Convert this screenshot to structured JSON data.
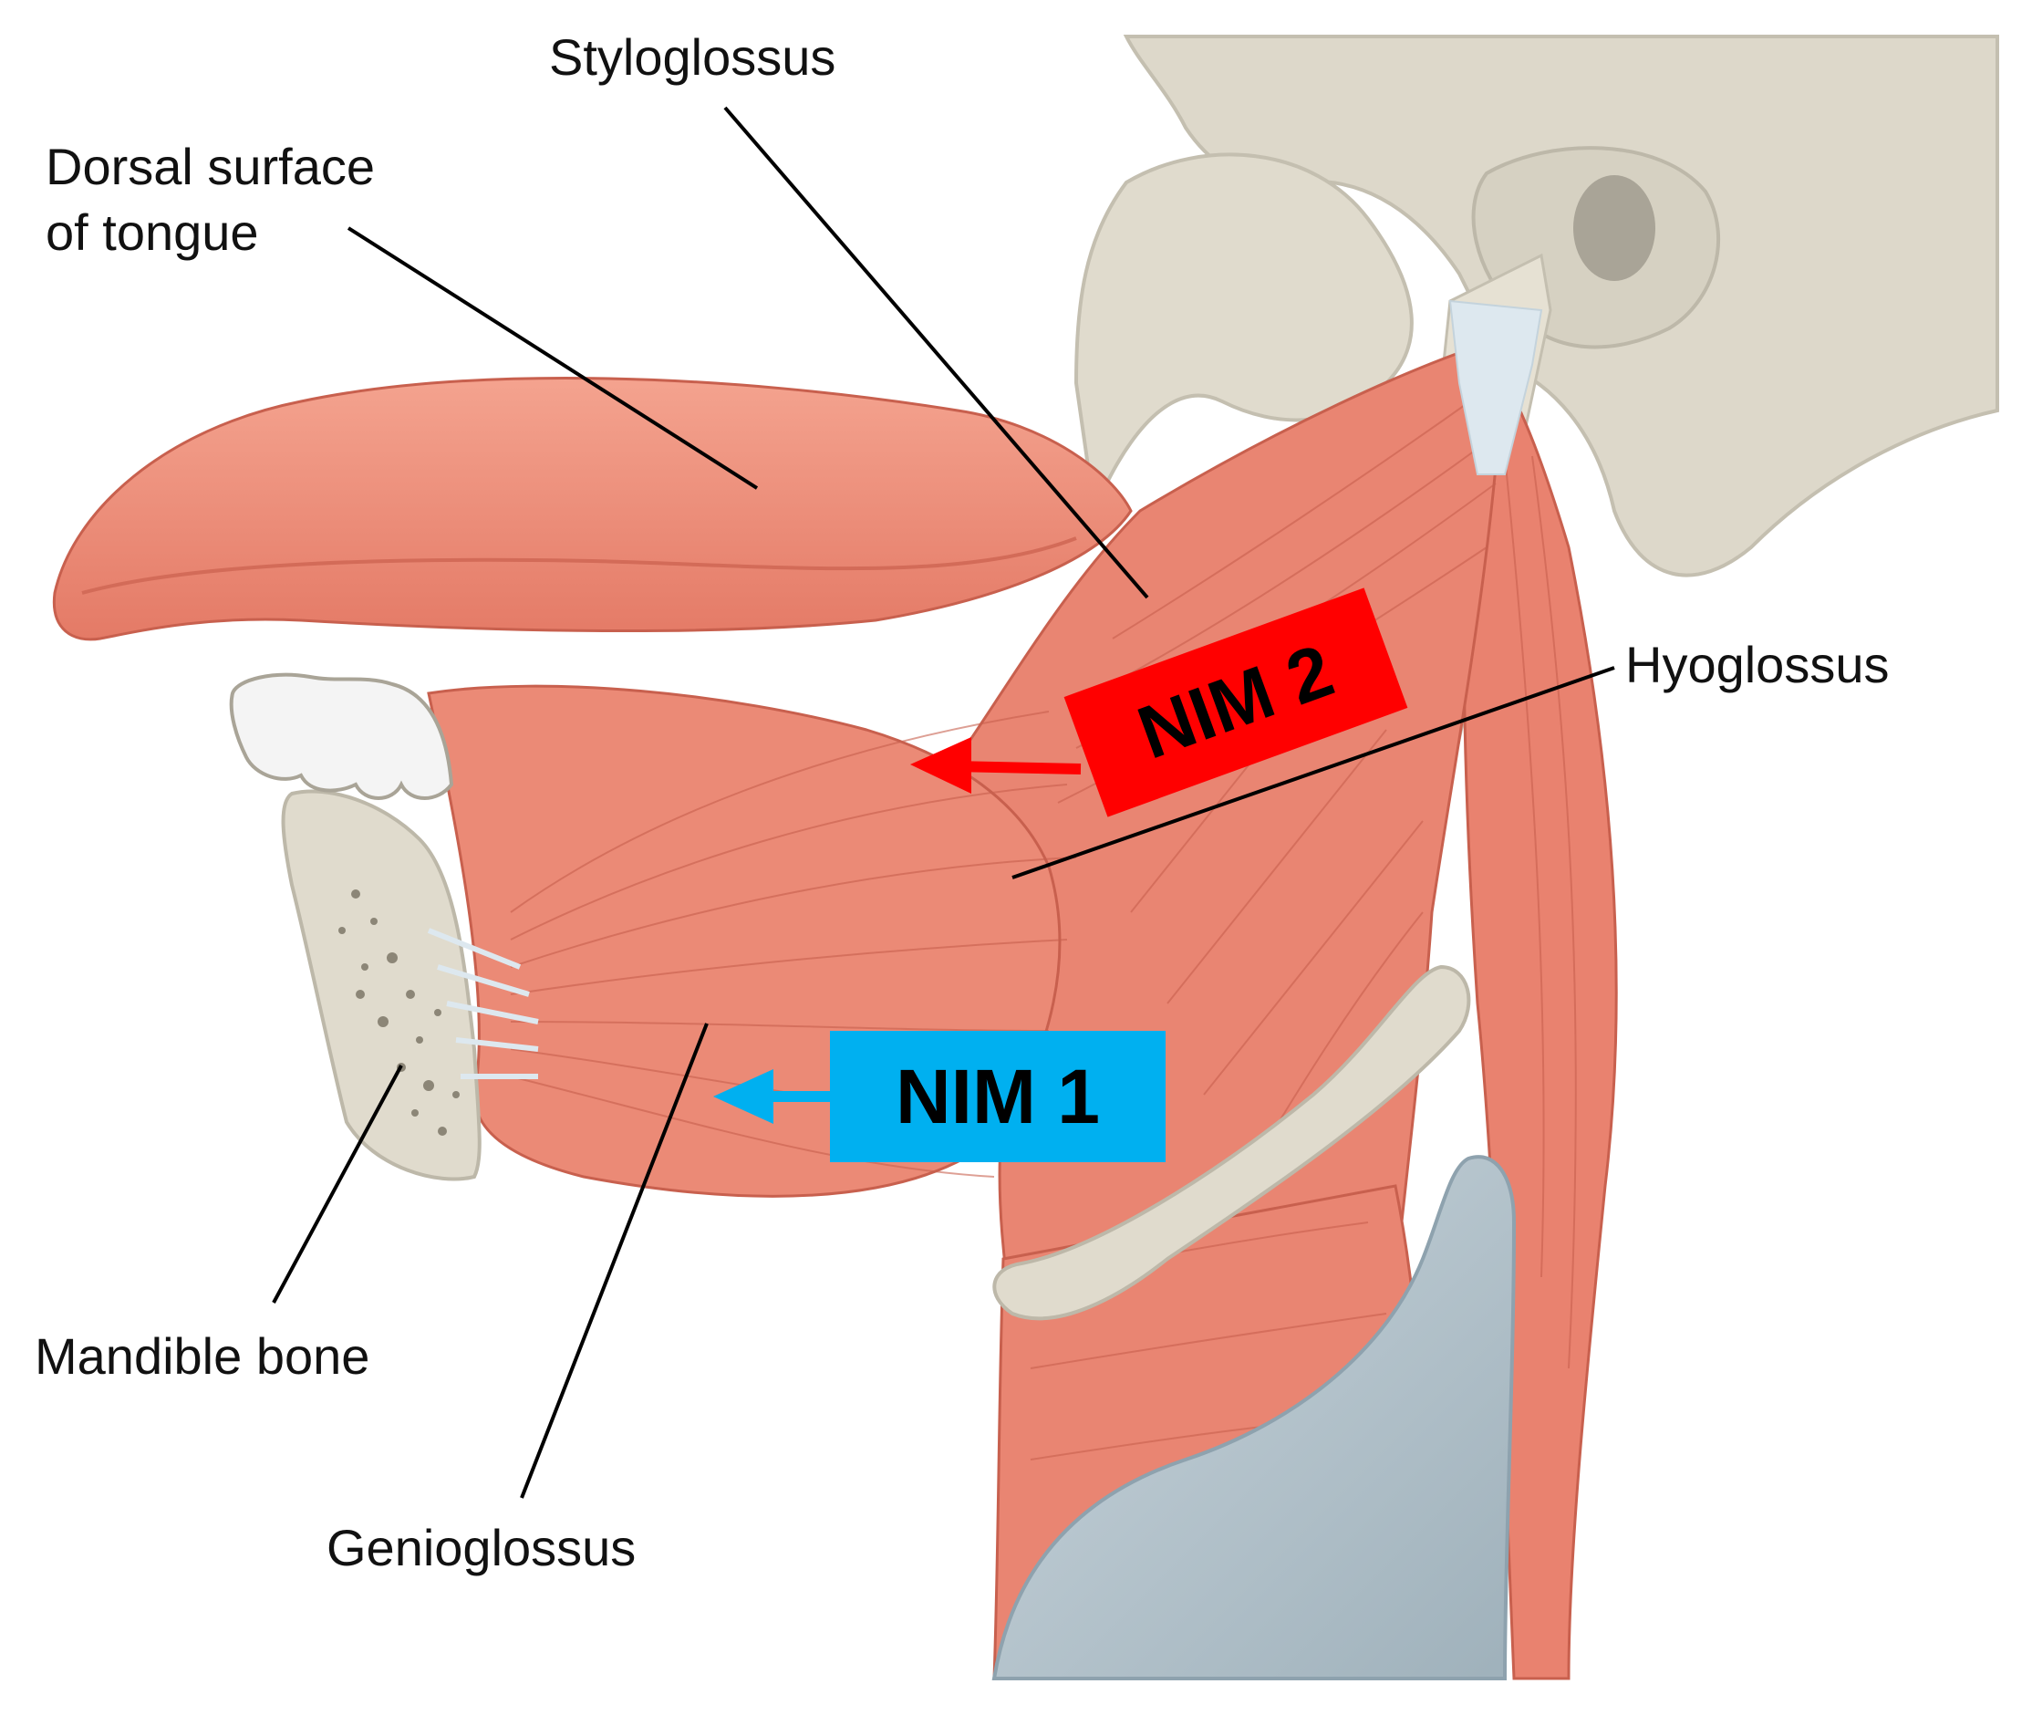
{
  "labels": {
    "styloglossus": "Styloglossus",
    "dorsal_line1": "Dorsal surface",
    "dorsal_line2": "of tongue",
    "hyoglossus": "Hyoglossus",
    "mandible": "Mandible bone",
    "genioglossus": "Genioglossus"
  },
  "markers": {
    "nim1": {
      "label": "NIM 1",
      "color": "#00b0f0"
    },
    "nim2": {
      "label": "NIM 2",
      "color": "#ff0000"
    }
  },
  "colors": {
    "bone": "#ddd8ca",
    "bone_shadow": "#c4bfb0",
    "muscle": "#e98572",
    "muscle_light": "#f09a86",
    "muscle_dark": "#c8604e",
    "tongue": "#ee8b76",
    "cartilage": "#b9c7cf",
    "tendon": "#dde8ef",
    "leader": "#000000"
  }
}
